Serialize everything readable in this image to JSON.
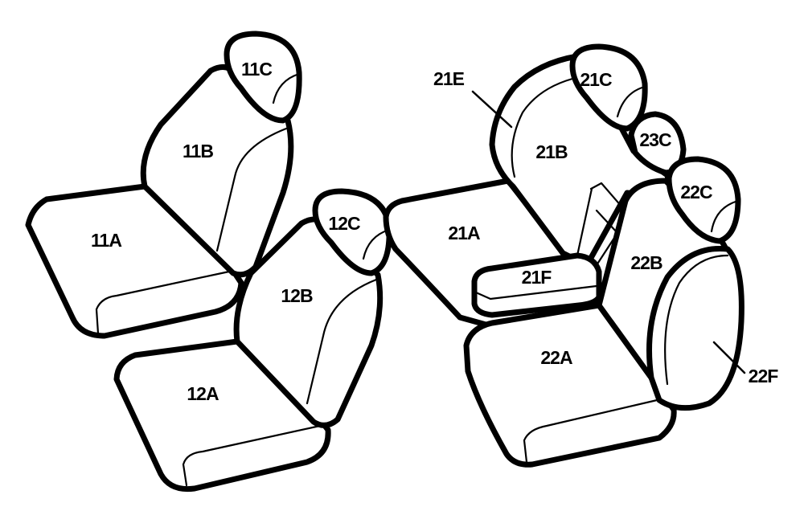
{
  "labels": {
    "l11A": "11A",
    "l11B": "11B",
    "l11C": "11C",
    "l12A": "12A",
    "l12B": "12B",
    "l12C": "12C",
    "l21A": "21A",
    "l21B": "21B",
    "l21C": "21C",
    "l21E": "21E",
    "l21F": "21F",
    "l22A": "22A",
    "l22B": "22B",
    "l22C": "22C",
    "l22F": "22F",
    "l23C": "23C"
  }
}
